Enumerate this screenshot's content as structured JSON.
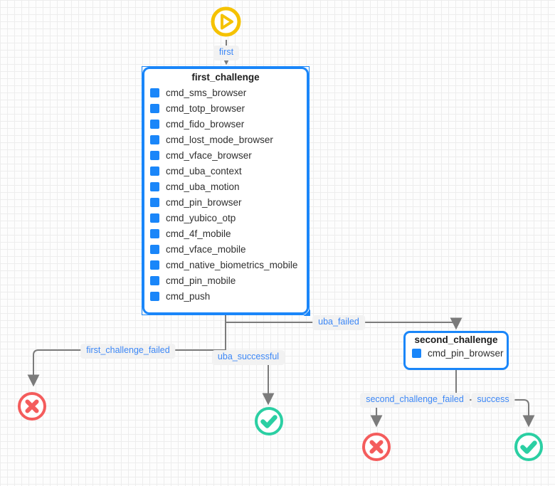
{
  "colors": {
    "node_blue": "#1a86f9",
    "label_blue": "#3c87f6",
    "edge_gray": "#7b7b7b",
    "fail_red": "#f45c5c",
    "success_green": "#2bcfa3",
    "start_yellow": "#f5c200",
    "item_text": "#2f2f2f",
    "label_bg": "#f2f2f2",
    "canvas_line": "#ededed"
  },
  "start_node": {
    "icon": "play-circle-icon"
  },
  "nodes": {
    "first_challenge": {
      "title": "first_challenge",
      "selected": true,
      "items": [
        "cmd_sms_browser",
        "cmd_totp_browser",
        "cmd_fido_browser",
        "cmd_lost_mode_browser",
        "cmd_vface_browser",
        "cmd_uba_context",
        "cmd_uba_motion",
        "cmd_pin_browser",
        "cmd_yubico_otp",
        "cmd_4f_mobile",
        "cmd_vface_mobile",
        "cmd_native_biometrics_mobile",
        "cmd_pin_mobile",
        "cmd_push"
      ]
    },
    "second_challenge": {
      "title": "second_challenge",
      "selected": false,
      "items": [
        "cmd_pin_browser"
      ]
    }
  },
  "edge_labels": {
    "first": "first",
    "uba_failed": "uba_failed",
    "uba_successful": "uba_successful",
    "first_challenge_failed": "first_challenge_failed",
    "second_challenge_failed": "second_challenge_failed",
    "success": "success"
  },
  "terminals": [
    {
      "type": "fail",
      "icon": "fail-x-icon"
    },
    {
      "type": "success",
      "icon": "check-circle-icon"
    },
    {
      "type": "fail",
      "icon": "fail-x-icon"
    },
    {
      "type": "success",
      "icon": "check-circle-icon"
    }
  ]
}
